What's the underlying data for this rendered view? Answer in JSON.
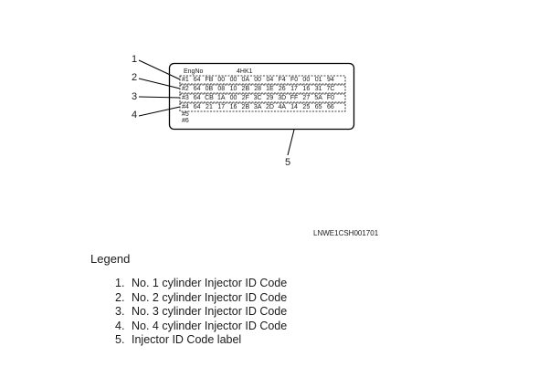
{
  "diagram": {
    "callouts": [
      "1",
      "2",
      "3",
      "4",
      "5"
    ],
    "label": {
      "header_left": "EngNo",
      "header_right": "4HK1",
      "rows": [
        {
          "cyl": "#1",
          "bytes": [
            "64",
            "FB",
            "00",
            "00",
            "0A",
            "00",
            "04",
            "F4",
            "F0",
            "00",
            "01",
            "94"
          ]
        },
        {
          "cyl": "#2",
          "bytes": [
            "64",
            "0B",
            "08",
            "10",
            "2B",
            "28",
            "1E",
            "26",
            "17",
            "16",
            "31",
            "7C"
          ]
        },
        {
          "cyl": "#3",
          "bytes": [
            "64",
            "CB",
            "1A",
            "00",
            "2F",
            "3C",
            "29",
            "3D",
            "FF",
            "27",
            "5A",
            "F0"
          ]
        },
        {
          "cyl": "#4",
          "bytes": [
            "64",
            "21",
            "17",
            "16",
            "2B",
            "3A",
            "2D",
            "4A",
            "14",
            "25",
            "65",
            "66"
          ]
        },
        {
          "cyl": "#5",
          "bytes": []
        },
        {
          "cyl": "#6",
          "bytes": []
        }
      ]
    },
    "figure_id": "LNWE1CSH001701"
  },
  "legend": {
    "title": "Legend",
    "items": [
      {
        "num": "1.",
        "text": "No. 1 cylinder Injector ID Code"
      },
      {
        "num": "2.",
        "text": "No. 2 cylinder Injector ID Code"
      },
      {
        "num": "3.",
        "text": "No. 3 cylinder Injector ID Code"
      },
      {
        "num": "4.",
        "text": "No. 4 cylinder Injector ID Code"
      },
      {
        "num": "5.",
        "text": "Injector ID Code label"
      }
    ]
  }
}
